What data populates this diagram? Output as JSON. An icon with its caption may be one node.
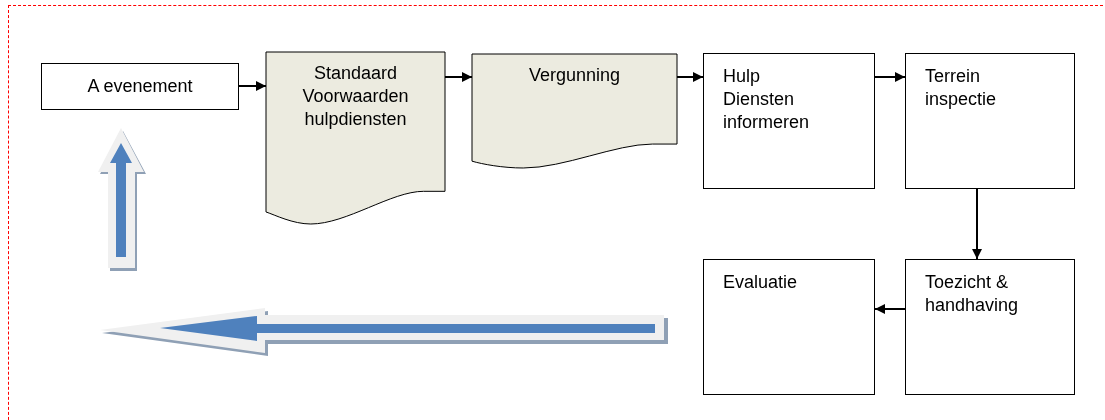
{
  "diagram": {
    "nodes": [
      {
        "text": [
          "A evenement"
        ]
      },
      {
        "text": [
          "Standaard Voorwaarden hulpdiensten"
        ]
      },
      {
        "text": [
          "Vergunning"
        ]
      },
      {
        "text": [
          "Hulp Diensten informeren"
        ]
      },
      {
        "text": [
          "Terrein inspectie"
        ]
      },
      {
        "text": [
          "Toezicht & handhaving"
        ]
      },
      {
        "text": [
          "Evaluatie"
        ]
      }
    ],
    "edges": [
      {
        "from": 0,
        "to": 1,
        "arrow": "to"
      },
      {
        "from": 1,
        "to": 2,
        "arrow": "to"
      },
      {
        "from": 2,
        "to": 3,
        "arrow": "to"
      },
      {
        "from": 3,
        "to": 4,
        "arrow": "to"
      },
      {
        "from": 4,
        "to": 5,
        "arrow": "to"
      },
      {
        "from": 5,
        "to": 6,
        "arrow": "to"
      }
    ]
  }
}
